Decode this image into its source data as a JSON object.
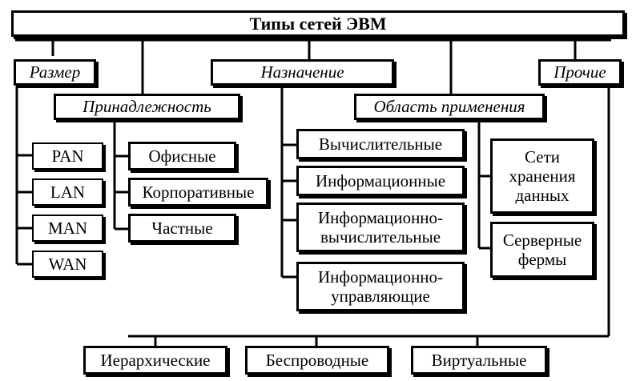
{
  "title": "Типы сетей ЭВМ",
  "categories": {
    "size": "Размер",
    "purpose": "Назначение",
    "other": "Прочие",
    "ownership": "Принадлежность",
    "application": "Область применения"
  },
  "size_items": [
    "PAN",
    "LAN",
    "MAN",
    "WAN"
  ],
  "ownership_items": [
    "Офисные",
    "Корпоративные",
    "Частные"
  ],
  "purpose_items": [
    "Вычислительные",
    "Информационные",
    "Информационно-вычислительные",
    "Информационно-управляющие"
  ],
  "application_items": [
    "Сети хранения данных",
    "Серверные фермы"
  ],
  "other_items": [
    "Иерархические",
    "Беспроводные",
    "Виртуальные"
  ]
}
